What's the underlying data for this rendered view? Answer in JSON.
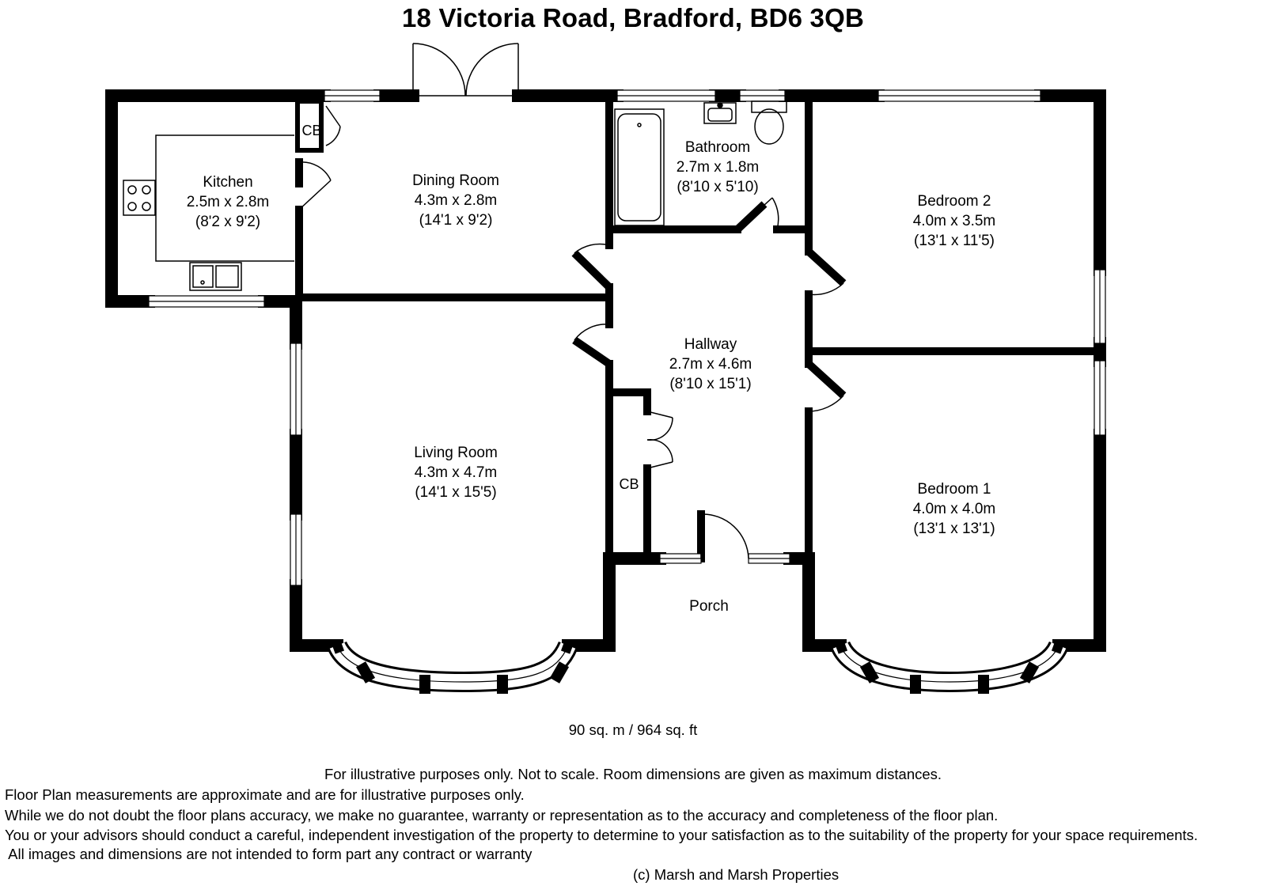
{
  "title": "18 Victoria Road, Bradford, BD6 3QB",
  "rooms": {
    "kitchen": {
      "name": "Kitchen",
      "metric": "2.5m x 2.8m",
      "imperial": "(8'2 x 9'2)"
    },
    "dining": {
      "name": "Dining Room",
      "metric": "4.3m x 2.8m",
      "imperial": "(14'1 x 9'2)"
    },
    "bathroom": {
      "name": "Bathroom",
      "metric": "2.7m x 1.8m",
      "imperial": "(8'10 x 5'10)"
    },
    "bedroom2": {
      "name": "Bedroom 2",
      "metric": "4.0m x 3.5m",
      "imperial": "(13'1 x 11'5)"
    },
    "hallway": {
      "name": "Hallway",
      "metric": "2.7m x 4.6m",
      "imperial": "(8'10 x 15'1)"
    },
    "living": {
      "name": "Living Room",
      "metric": "4.3m x 4.7m",
      "imperial": "(14'1 x 15'5)"
    },
    "bedroom1": {
      "name": "Bedroom 1",
      "metric": "4.0m x 4.0m",
      "imperial": "(13'1 x 13'1)"
    },
    "porch": {
      "name": "Porch"
    }
  },
  "cupboard_label": "CB",
  "area": "90 sq. m  / 964 sq. ft",
  "disclaimer": {
    "line1": "For illustrative purposes only.  Not to scale.  Room dimensions are given as maximum distances.",
    "line2": "Floor Plan measurements are approximate and are for illustrative purposes only.",
    "line3": "While we do not doubt the floor plans accuracy, we make no guarantee, warranty or representation as to the accuracy and completeness of the floor plan.",
    "line4": "You or your advisors should conduct a careful, independent investigation of the property to determine to your satisfaction as to the suitability of the property for your space requirements.",
    "line5": " All images and dimensions are not intended to form part any contract or warranty"
  },
  "copyright": "(c) Marsh and Marsh Properties"
}
